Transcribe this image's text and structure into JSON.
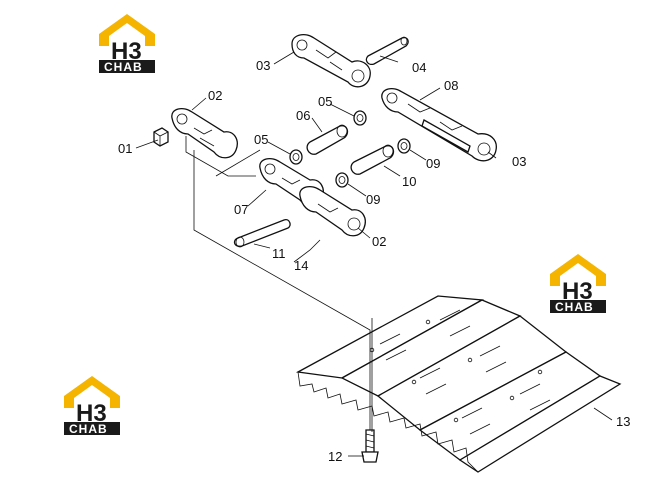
{
  "logos": [
    {
      "big": "H3",
      "small": "CHAB"
    },
    {
      "big": "H3",
      "small": "CHAB"
    },
    {
      "big": "H3",
      "small": "CHAB"
    }
  ],
  "callouts": [
    "01",
    "02",
    "02",
    "03",
    "03",
    "04",
    "05",
    "05",
    "06",
    "07",
    "08",
    "09",
    "09",
    "10",
    "11",
    "12",
    "13",
    "14"
  ],
  "colors": {
    "logo_yellow": "#f4b400",
    "logo_dark": "#1a1a1a",
    "line": "#111111"
  }
}
